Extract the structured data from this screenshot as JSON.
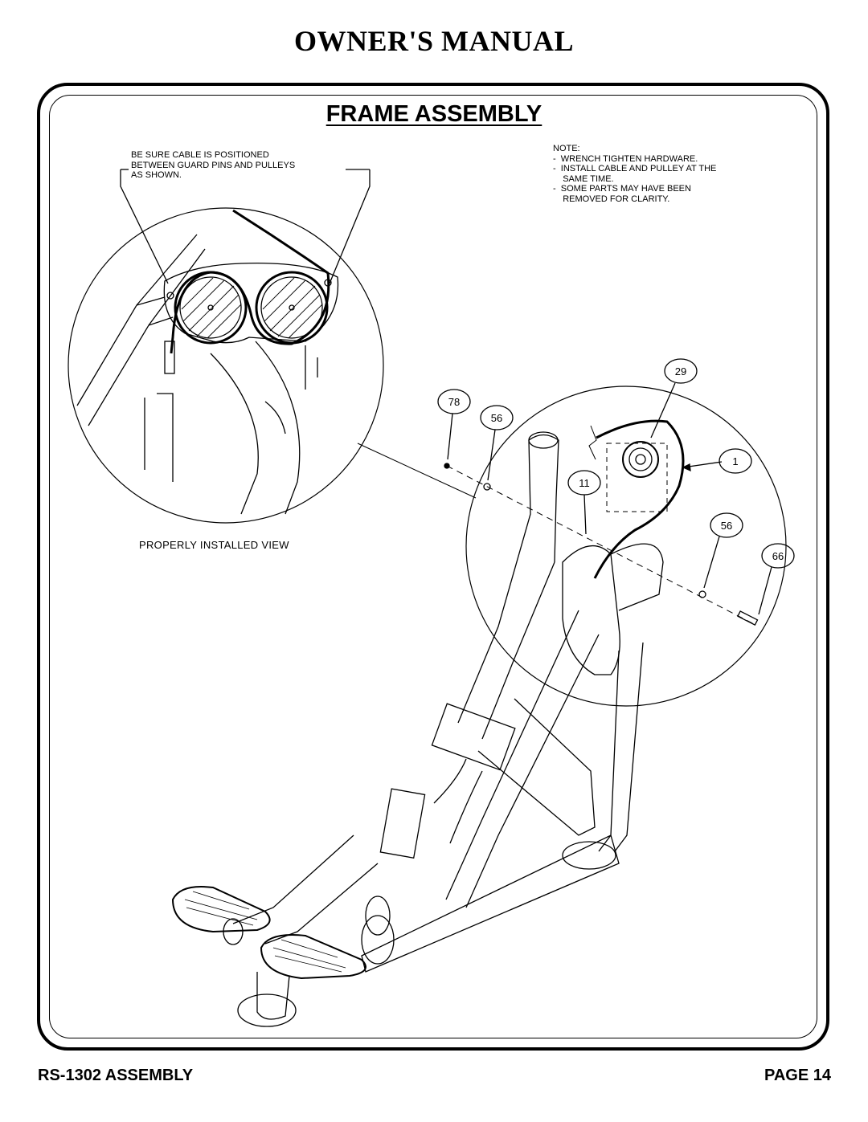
{
  "header": {
    "title": "OWNER'S MANUAL"
  },
  "section": {
    "title": "FRAME ASSEMBLY"
  },
  "callout": {
    "lines": [
      "BE SURE CABLE IS POSITIONED",
      "BETWEEN GUARD PINS AND PULLEYS",
      "AS SHOWN."
    ]
  },
  "note": {
    "heading": "NOTE:",
    "lines": [
      "-  WRENCH TIGHTEN HARDWARE.",
      "-  INSTALL CABLE AND PULLEY AT THE",
      "    SAME TIME.",
      "-  SOME PARTS MAY HAVE BEEN",
      "    REMOVED FOR CLARITY."
    ]
  },
  "view_label": "PROPERLY INSTALLED VIEW",
  "part_bubbles": {
    "b29": "29",
    "b78": "78",
    "b56a": "56",
    "b1": "1",
    "b11": "11",
    "b56b": "56",
    "b66": "66"
  },
  "footer": {
    "left": "RS-1302 ASSEMBLY",
    "right": "PAGE 14"
  }
}
